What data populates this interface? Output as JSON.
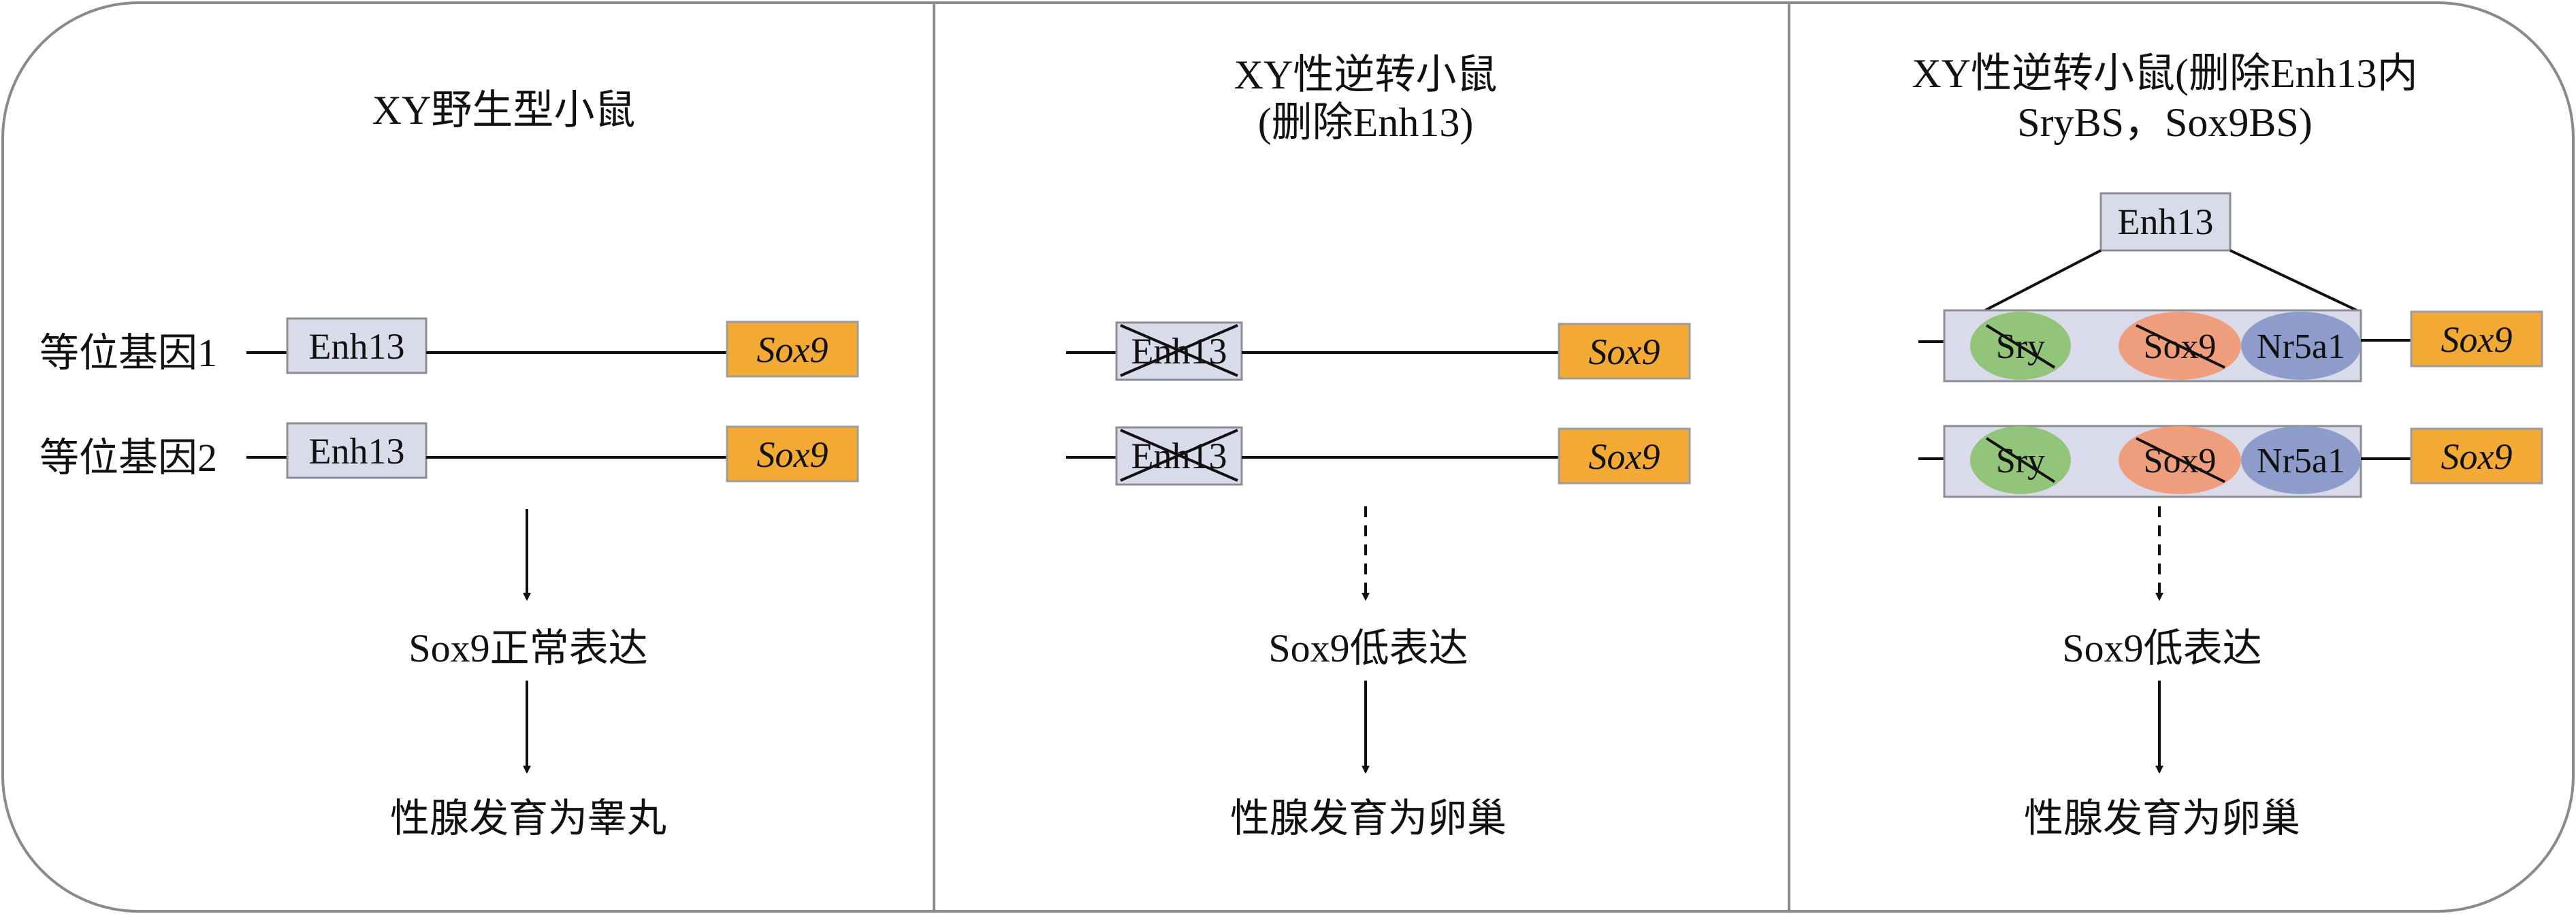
{
  "colors": {
    "enhancer_fill": "#d9dbea",
    "gene_fill": "#f2aa35",
    "sry_oval": "#92c47a",
    "sox9_oval": "#ee9e7c",
    "nr5a1_oval": "#8e9ccb",
    "frame": "#8a8a8a"
  },
  "panels": [
    {
      "title_lines": [
        "XY野生型小鼠"
      ],
      "allele_labels": [
        "等位基因1",
        "等位基因2"
      ],
      "enhancer_label": "Enh13",
      "gene_label": "Sox9",
      "expression": "Sox9正常表达",
      "outcome": "性腺发育为睾丸"
    },
    {
      "title_lines": [
        "XY性逆转小鼠",
        "(删除Enh13)"
      ],
      "enhancer_label": "Enh13",
      "gene_label": "Sox9",
      "expression": "Sox9低表达",
      "outcome": "性腺发育为卵巢"
    },
    {
      "title_lines": [
        "XY性逆转小鼠(删除Enh13内",
        "SryBS，Sox9BS)"
      ],
      "enhancer_label": "Enh13",
      "binding_sites": [
        "Sry",
        "Sox9",
        "Nr5a1"
      ],
      "gene_label": "Sox9",
      "expression": "Sox9低表达",
      "outcome": "性腺发育为卵巢"
    }
  ]
}
